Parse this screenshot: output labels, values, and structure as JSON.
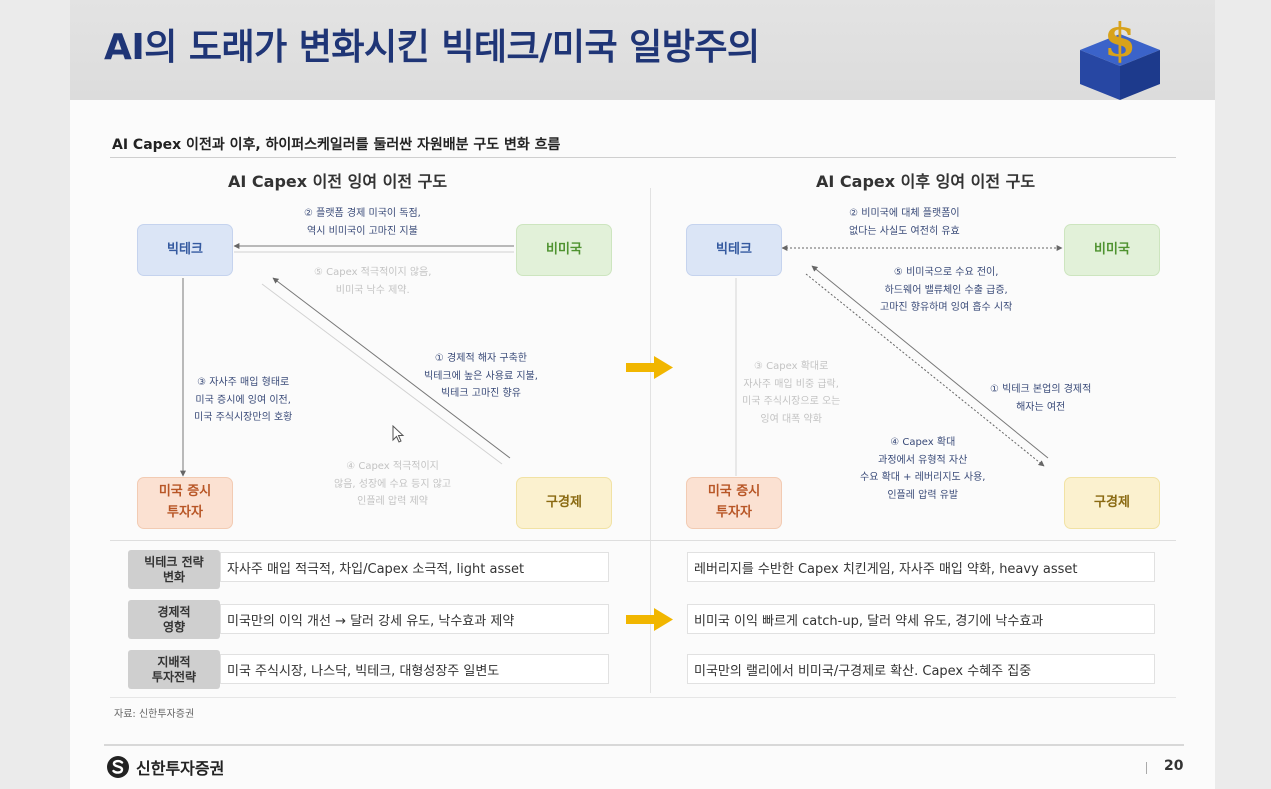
{
  "title": "AI의 도래가 변화시킨 빅테크/미국 일방주의",
  "subtitle": "AI Capex 이전과 이후, 하이퍼스케일러를 둘러싼 자원배분 구도 변화 흐름",
  "left_panel": {
    "title": "AI Capex 이전 잉여 이전 구도",
    "nodes": {
      "bigtech": "빅테크",
      "non_us": "비미국",
      "us_investor": "미국 증시\n투자자",
      "old_economy": "구경제"
    },
    "notes": {
      "n2": "② 플랫폼 경제 미국이 독점,\n역시 비미국이 고마진 지불",
      "n5": "⑤ Capex 적극적이지 않음,\n비미국 낙수 제약.",
      "n3": "③ 자사주 매입 형태로\n미국 증시에 잉여 이전,\n미국 주식시장만의 호황",
      "n1": "① 경제적 해자 구축한\n빅테크에 높은 사용료 지불,\n빅테크 고마진 향유",
      "n4": "④ Capex 적극적이지\n않음, 성장에 수요 등지 않고\n인플레 압력 제약"
    }
  },
  "right_panel": {
    "title": "AI Capex 이후 잉여 이전 구도",
    "nodes": {
      "bigtech": "빅테크",
      "non_us": "비미국",
      "us_investor": "미국 증시\n투자자",
      "old_economy": "구경제"
    },
    "notes": {
      "n2": "② 비미국에 대체 플랫폼이\n없다는 사실도 여전히 유효",
      "n5": "⑤ 비미국으로 수요 전이,\n하드웨어 밸류체인 수출 급증,\n고마진 향유하며 잉여 흡수 시작",
      "n3": "③ Capex 확대로\n자사주 매입 비중 급락,\n미국 주식시장으로 오는\n잉여 대폭 약화",
      "n1": "① 빅테크 본업의 경제적\n해자는 여전",
      "n4": "④ Capex 확대\n과정에서 유형적 자산\n수요 확대 + 레버리지도 사용,\n인플레 압력 유발"
    }
  },
  "comparison": {
    "rows": [
      {
        "label": "빅테크 전략\n변화",
        "before": "자사주 매입 적극적, 차입/Capex 소극적, light asset",
        "after": "레버리지를 수반한 Capex 치킨게임, 자사주 매입 약화, heavy asset"
      },
      {
        "label": "경제적\n영향",
        "before": "미국만의 이익 개선 → 달러 강세 유도, 낙수효과 제약",
        "after": "비미국 이익 빠르게 catch-up, 달러 약세 유도, 경기에 낙수효과"
      },
      {
        "label": "지배적\n투자전략",
        "before": "미국 주식시장, 나스닥, 빅테크, 대형성장주 일변도",
        "after": "미국만의 랠리에서 비미국/구경제로 확산. Capex 수혜주 집중"
      }
    ]
  },
  "source": "자료: 신한투자증권",
  "footer": {
    "brand": "신한투자증권",
    "page": "20"
  },
  "colors": {
    "title": "#1f3576",
    "bigtech": "#dbe5f6",
    "non_us": "#e2f1d9",
    "us_investor": "#fbe1d2",
    "old_economy": "#fbf1cf",
    "transition_arrow": "#f1b600"
  },
  "icons": {
    "logo": "dollar-cube-icon",
    "transition": "arrow-right-icon",
    "brand": "shinhan-s-icon",
    "cursor": "mouse-cursor-icon"
  }
}
